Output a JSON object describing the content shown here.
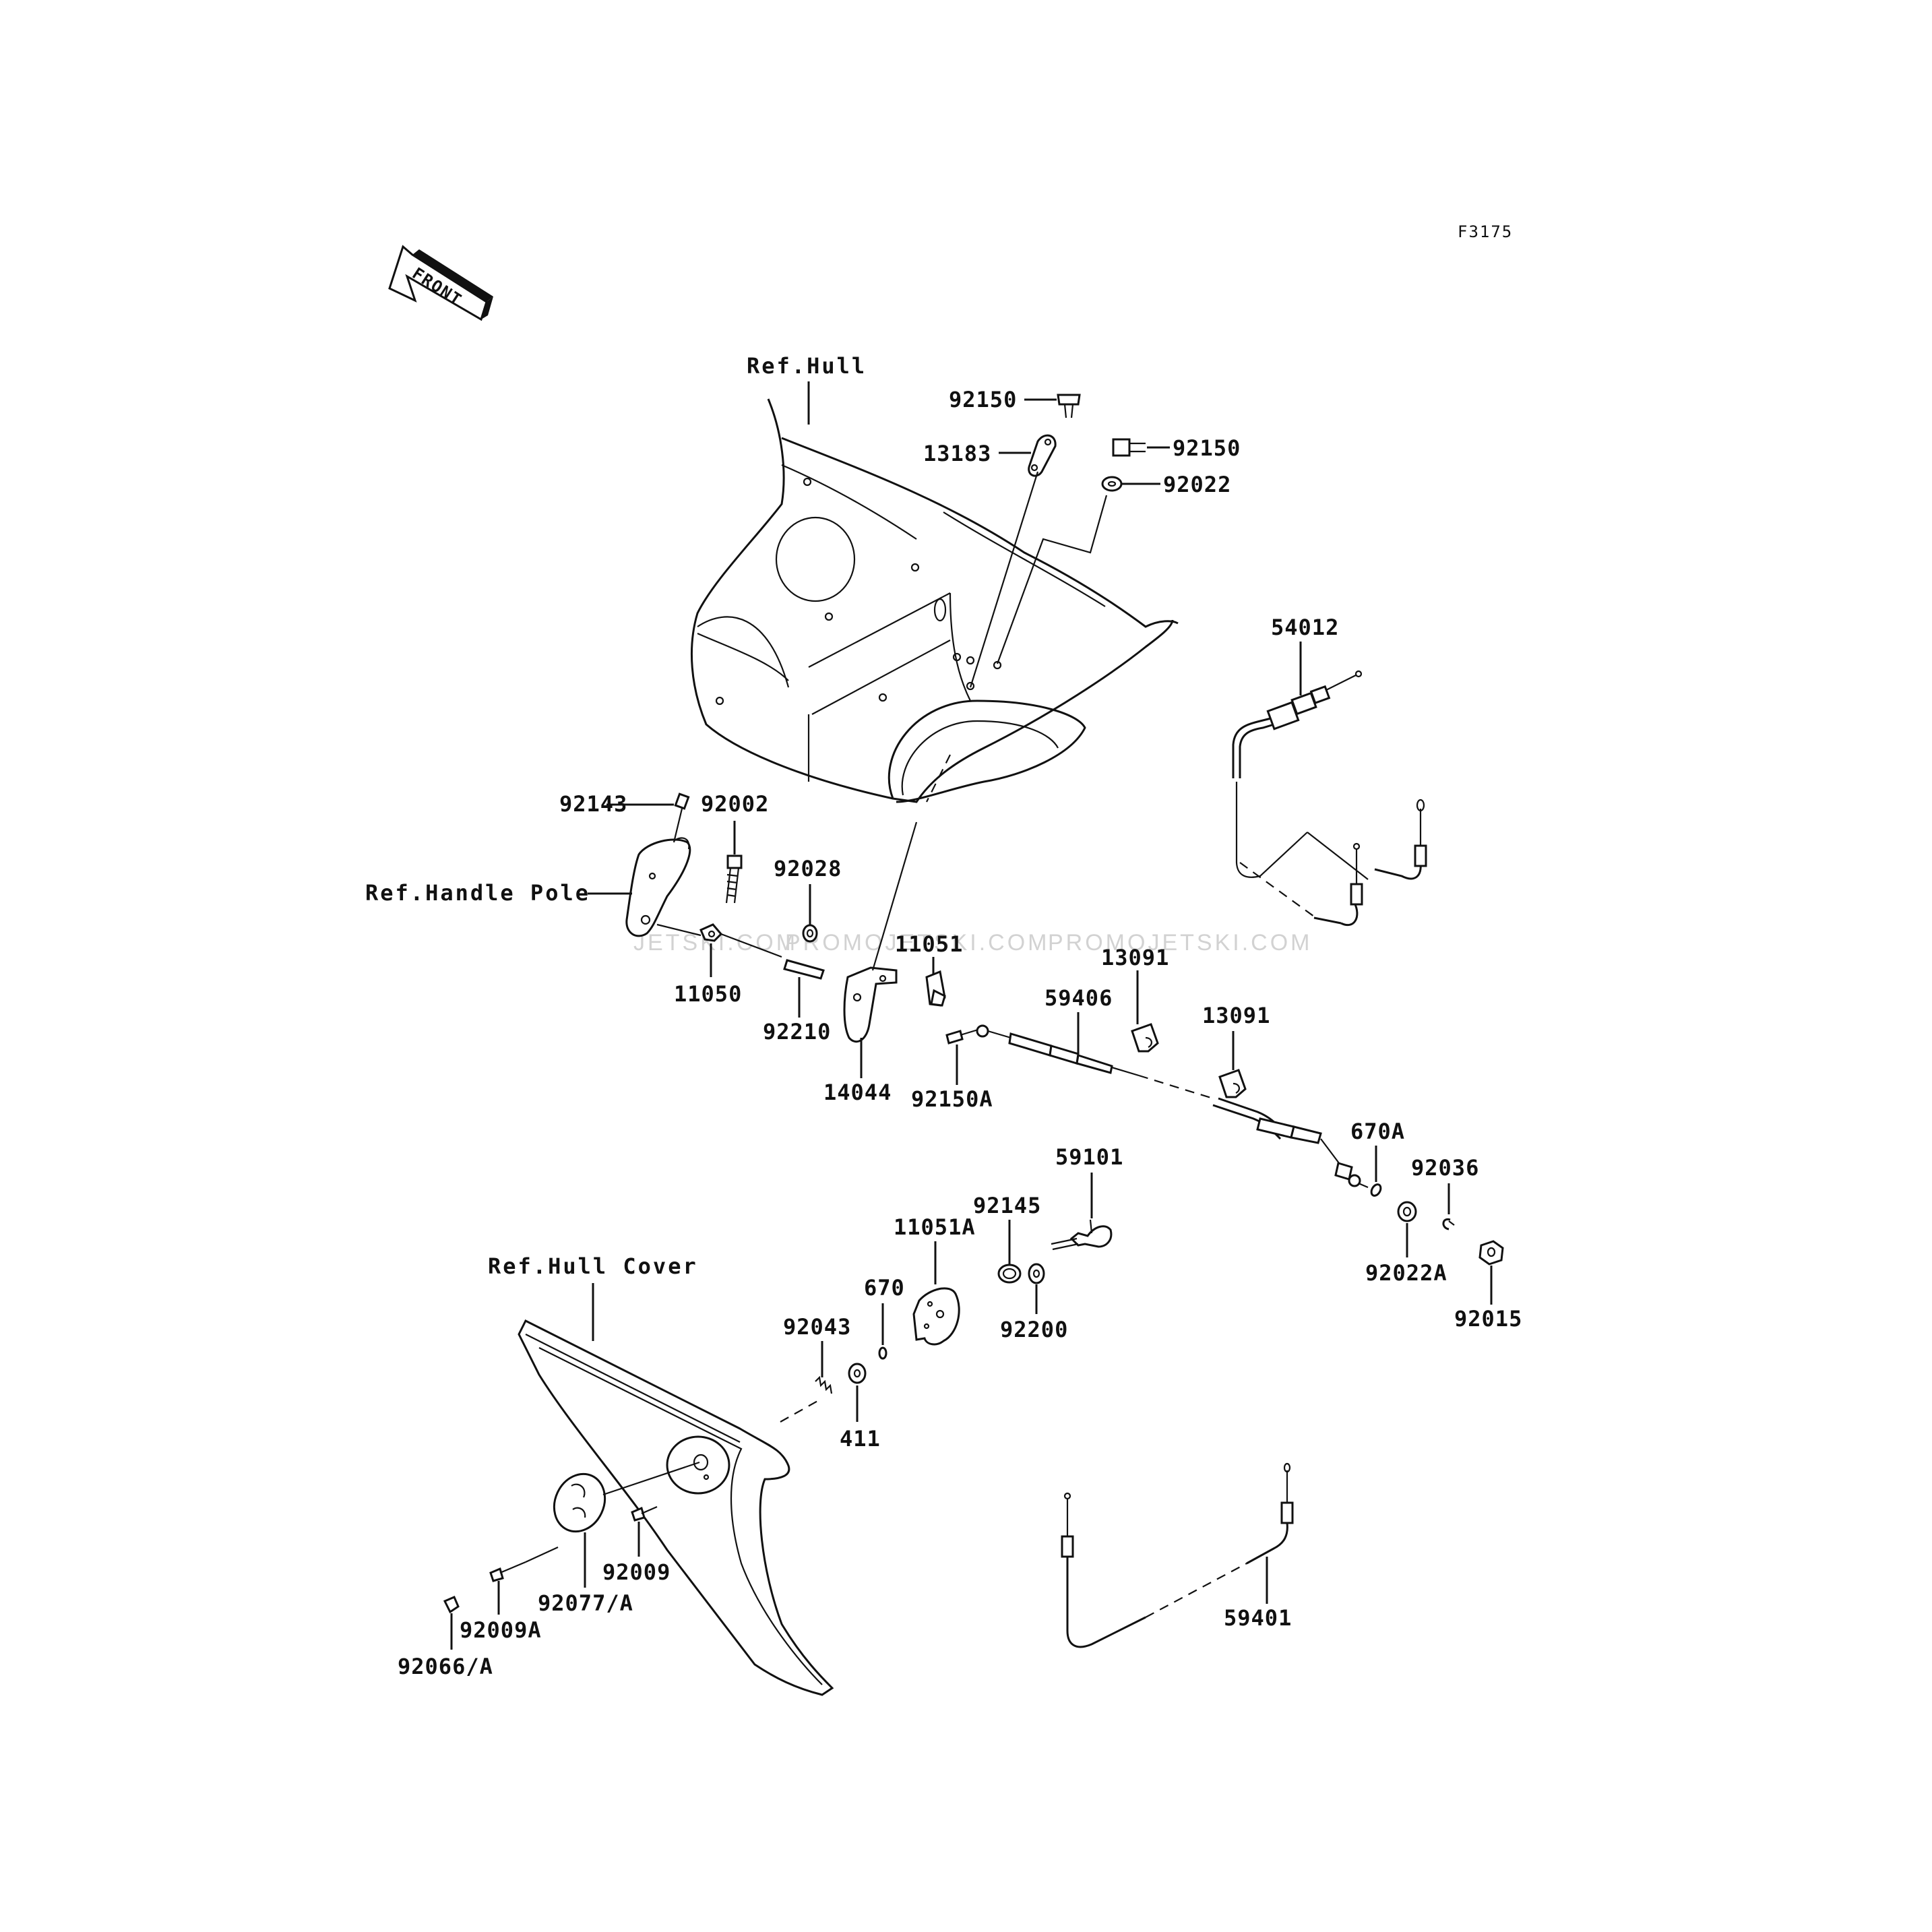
{
  "figure_code": "F3175",
  "front_label": "FRONT",
  "refs": {
    "hull": "Ref.Hull",
    "handle_pole": "Ref.Handle Pole",
    "hull_cover": "Ref.Hull Cover"
  },
  "parts": {
    "p92150_top": "92150",
    "p13183": "13183",
    "p92150_right": "92150",
    "p92022": "92022",
    "p54012": "54012",
    "p92143": "92143",
    "p92002": "92002",
    "p92028": "92028",
    "p11051": "11051",
    "p11050": "11050",
    "p92210": "92210",
    "p14044": "14044",
    "p92150A": "92150A",
    "p13091_a": "13091",
    "p59406": "59406",
    "p13091_b": "13091",
    "p670A": "670A",
    "p92036": "92036",
    "p92022A": "92022A",
    "p92015": "92015",
    "p59101": "59101",
    "p92145": "92145",
    "p11051A": "11051A",
    "p92200": "92200",
    "p670": "670",
    "p92043": "92043",
    "p411": "411",
    "p92009": "92009",
    "p92077A": "92077/A",
    "p92009A": "92009A",
    "p92066A": "92066/A",
    "p59401": "59401"
  },
  "watermarks": [
    "JETSKI.COM",
    "PROMOJETSKI.COM",
    "PROMOJETSKI.COM"
  ]
}
